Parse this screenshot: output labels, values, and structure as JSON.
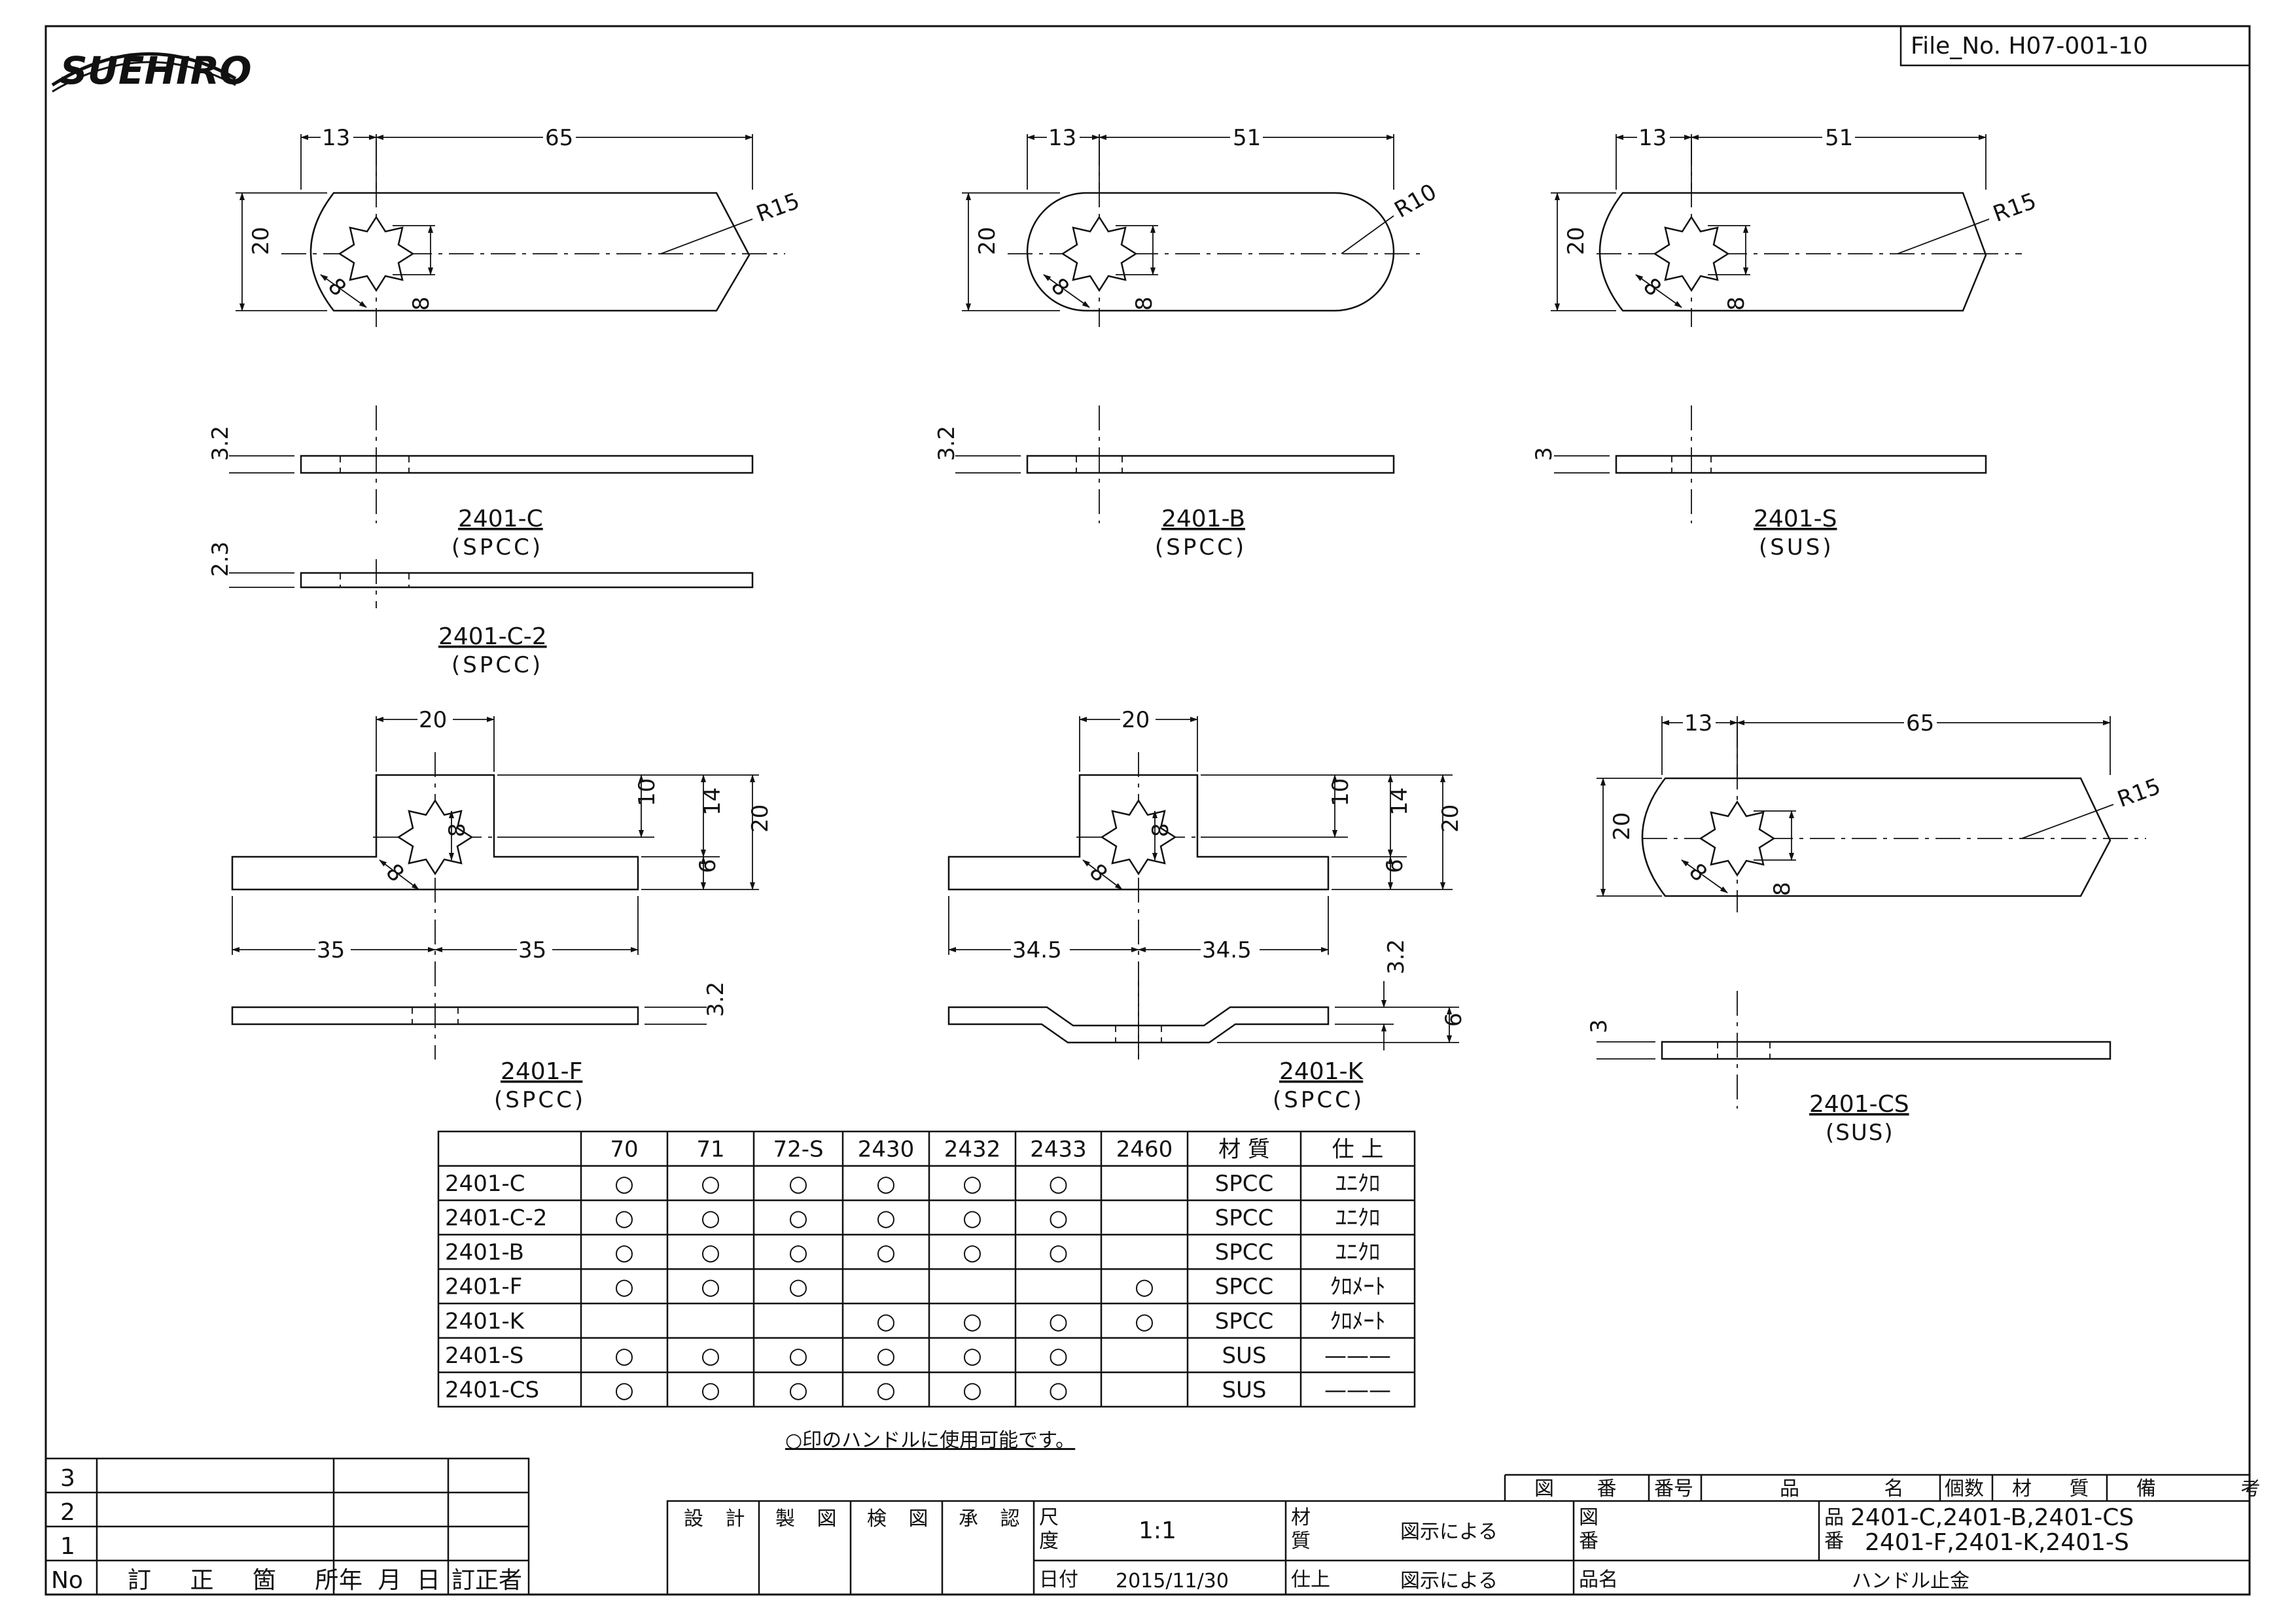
{
  "header": {
    "logo_text": "SUEHIRO",
    "file_no": "File_No. H07-001-10"
  },
  "parts": {
    "c": {
      "name": "2401-C",
      "material": "(SPCC)",
      "dim_a": "13",
      "dim_b": "65",
      "height": "20",
      "radius": "R15",
      "hole": "8",
      "hole_b": "8",
      "thickness": "3.2"
    },
    "c2": {
      "name": "2401-C-2",
      "material": "(SPCC)",
      "thickness": "2.3"
    },
    "b": {
      "name": "2401-B",
      "material": "(SPCC)",
      "dim_a": "13",
      "dim_b": "51",
      "height": "20",
      "radius": "R10",
      "hole": "8",
      "hole_b": "8",
      "thickness": "3.2"
    },
    "s": {
      "name": "2401-S",
      "material": "(SUS)",
      "dim_a": "13",
      "dim_b": "51",
      "height": "20",
      "radius": "R15",
      "hole": "8",
      "hole_b": "8",
      "thickness": "3"
    },
    "f": {
      "name": "2401-F",
      "material": "(SPCC)",
      "top": "20",
      "left": "35",
      "right": "35",
      "h10": "10",
      "h14": "14",
      "h20": "20",
      "h6": "6",
      "hole": "8",
      "hole_b": "8",
      "thickness": "3.2"
    },
    "k": {
      "name": "2401-K",
      "material": "(SPCC)",
      "top": "20",
      "left": "34.5",
      "right": "34.5",
      "h10": "10",
      "h14": "14",
      "h20": "20",
      "h6": "6",
      "hole": "8",
      "hole_b": "8",
      "thickness": "3.2",
      "drop": "6"
    },
    "cs": {
      "name": "2401-CS",
      "material": "(SUS)",
      "dim_a": "13",
      "dim_b": "65",
      "height": "20",
      "radius": "R15",
      "hole": "8",
      "hole_b": "8",
      "thickness": "3"
    }
  },
  "compat_table": {
    "headers": [
      "",
      "70",
      "71",
      "72-S",
      "2430",
      "2432",
      "2433",
      "2460",
      "材 質",
      "仕 上"
    ],
    "rows": [
      [
        "2401-C",
        "○",
        "○",
        "○",
        "○",
        "○",
        "○",
        "",
        "SPCC",
        "ﾕﾆｸﾛ"
      ],
      [
        "2401-C-2",
        "○",
        "○",
        "○",
        "○",
        "○",
        "○",
        "",
        "SPCC",
        "ﾕﾆｸﾛ"
      ],
      [
        "2401-B",
        "○",
        "○",
        "○",
        "○",
        "○",
        "○",
        "",
        "SPCC",
        "ﾕﾆｸﾛ"
      ],
      [
        "2401-F",
        "○",
        "○",
        "○",
        "",
        "",
        "",
        "○",
        "SPCC",
        "ｸﾛﾒｰﾄ"
      ],
      [
        "2401-K",
        "",
        "",
        "",
        "○",
        "○",
        "○",
        "○",
        "SPCC",
        "ｸﾛﾒｰﾄ"
      ],
      [
        "2401-S",
        "○",
        "○",
        "○",
        "○",
        "○",
        "○",
        "",
        "SUS",
        "———"
      ],
      [
        "2401-CS",
        "○",
        "○",
        "○",
        "○",
        "○",
        "○",
        "",
        "SUS",
        "———"
      ]
    ],
    "note": "○印のハンドルに使用可能です。"
  },
  "revision_block": {
    "rows": [
      "3",
      "2",
      "1"
    ],
    "header": [
      "No",
      "訂 正 箇 所",
      "年 月 日",
      "訂正者"
    ]
  },
  "title_block": {
    "top_headers": [
      "図 番",
      "番号",
      "品 名",
      "個数",
      "材 質",
      "備 考"
    ],
    "roles": [
      "設 計",
      "製 図",
      "検 図",
      "承 認"
    ],
    "scale_label_1": "尺",
    "scale_label_2": "度",
    "scale": "1:1",
    "material_label_1": "材",
    "material_label_2": "質",
    "material_value": "図示による",
    "drawing_no_label_1": "図",
    "drawing_no_label_2": "番",
    "part_no_label_1": "品",
    "part_no_label_2": "番",
    "part_no_line_1": "2401-C,2401-B,2401-CS",
    "part_no_line_2": "2401-F,2401-K,2401-S",
    "date_label": "日付",
    "date": "2015/11/30",
    "finish_label": "仕上",
    "finish_value": "図示による",
    "name_label": "品名",
    "name_value": "ハンドル止金"
  }
}
